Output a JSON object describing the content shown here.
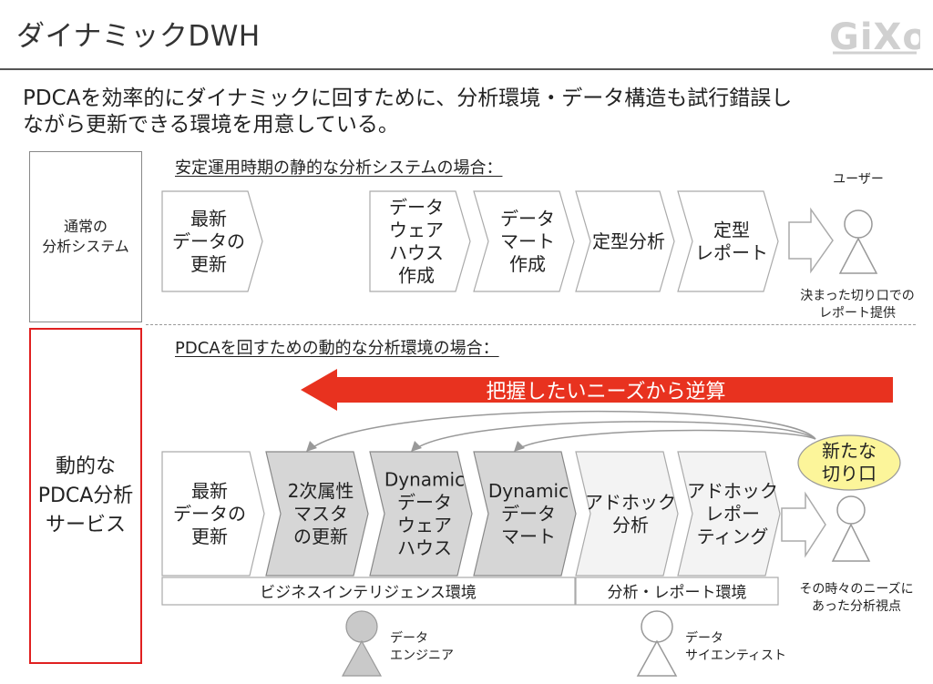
{
  "header": {
    "title": "ダイナミックDWH",
    "logo_text": "GiXo"
  },
  "subtitle_lines": [
    "PDCAを効率的にダイナミックに回すために、分析環境・データ構造も試行錯誤し",
    "ながら更新できる環境を用意している。"
  ],
  "static_section": {
    "side_label_lines": [
      "通常の",
      "分析システム"
    ],
    "heading": "安定運用時期の静的な分析システムの場合：",
    "steps": [
      {
        "lines": [
          "最新",
          "データの",
          "更新"
        ]
      },
      {
        "lines": [
          "データ",
          "ウェア",
          "ハウス",
          "作成"
        ]
      },
      {
        "lines": [
          "データ",
          "マート",
          "作成"
        ]
      },
      {
        "lines": [
          "定型分析"
        ]
      },
      {
        "lines": [
          "定型",
          "レポート"
        ]
      }
    ],
    "user_label": "ユーザー",
    "user_caption_lines": [
      "決まった切り口での",
      "レポート提供"
    ]
  },
  "dynamic_section": {
    "side_label_lines": [
      "動的な",
      "PDCA分析",
      "サービス"
    ],
    "heading": "PDCAを回すための動的な分析環境の場合：",
    "reverse_arrow_label": "把握したいニーズから逆算",
    "steps": [
      {
        "lines": [
          "最新",
          "データの",
          "更新"
        ]
      },
      {
        "lines": [
          "2次属性",
          "マスタ",
          "の更新"
        ]
      },
      {
        "lines": [
          "Dynamic",
          "データ",
          "ウェア",
          "ハウス"
        ]
      },
      {
        "lines": [
          "Dynamic",
          "データ",
          "マート"
        ]
      },
      {
        "lines": [
          "アドホック",
          "分析"
        ]
      },
      {
        "lines": [
          "アドホック",
          "レポー",
          "ティング"
        ]
      }
    ],
    "bi_environment_label": "ビジネスインテリジェンス環境",
    "analysis_environment_label": "分析・レポート環境",
    "new_angle_bubble_lines": [
      "新たな",
      "切り口"
    ],
    "user_caption_lines": [
      "その時々のニーズに",
      "あった分析視点"
    ],
    "roles": [
      {
        "lines": [
          "データ",
          "エンジニア"
        ]
      },
      {
        "lines": [
          "データ",
          "サイエンティスト"
        ]
      }
    ]
  },
  "colors": {
    "accent_red": "#e8321f",
    "chevron_gray": "#d6d6d6",
    "chevron_light": "#f3f3f3",
    "bubble_yellow": "#fcf59a"
  }
}
